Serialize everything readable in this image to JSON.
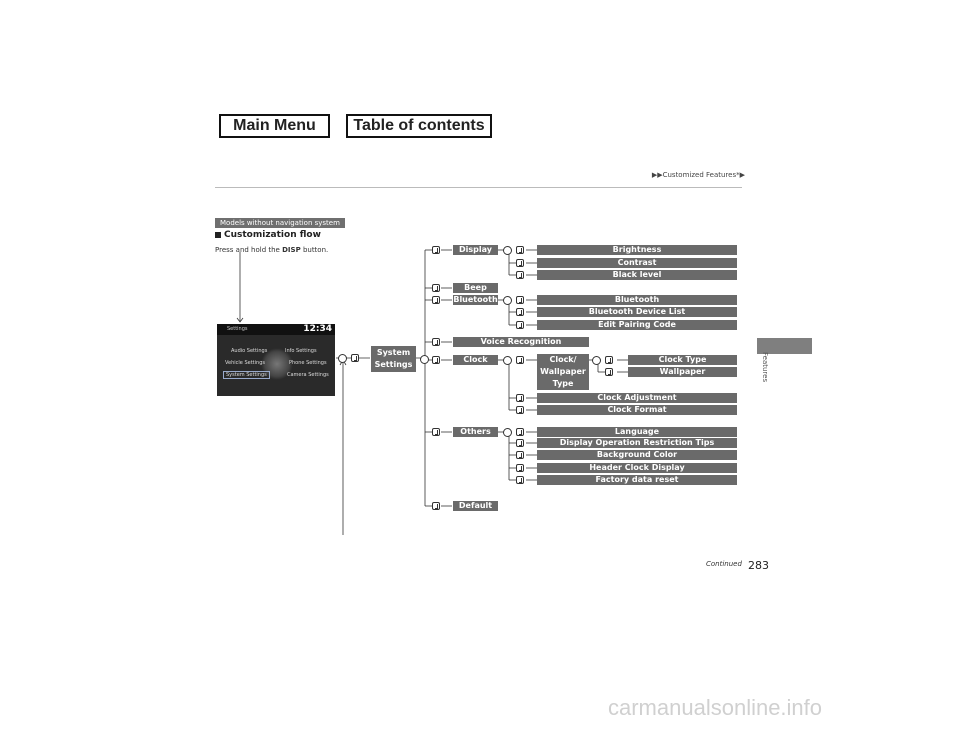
{
  "nav": {
    "main_menu": "Main Menu",
    "toc": "Table of contents"
  },
  "header": {
    "breadcrumb": "▶▶Customized Features*▶"
  },
  "side_tab": {
    "label": "Features"
  },
  "section": {
    "badge": "Models without navigation system",
    "heading": "Customization flow",
    "instruction_pre": "Press and hold the",
    "instruction_button": "DISP",
    "instruction_post": "button."
  },
  "screen": {
    "title": "Settings",
    "clock": "12:34",
    "items": [
      "Audio Settings",
      "Info Settings",
      "Vehicle Settings",
      "Phone Settings",
      "System Settings",
      "Camera Settings"
    ]
  },
  "flow": {
    "root": "System\nSettings",
    "display": {
      "label": "Display",
      "items": [
        "Brightness",
        "Contrast",
        "Black level"
      ]
    },
    "beep": "Beep",
    "bluetooth": {
      "label": "Bluetooth",
      "items": [
        "Bluetooth",
        "Bluetooth Device List",
        "Edit Pairing Code"
      ]
    },
    "voice": "Voice Recognition",
    "clock": {
      "label": "Clock",
      "sub": "Clock/\nWallpaper\nType",
      "sub_items": [
        "Clock Type",
        "Wallpaper"
      ],
      "items": [
        "Clock Adjustment",
        "Clock Format"
      ]
    },
    "others": {
      "label": "Others",
      "items": [
        "Language",
        "Display Operation Restriction Tips",
        "Background Color",
        "Header Clock Display",
        "Factory data reset"
      ]
    },
    "default": "Default"
  },
  "footer": {
    "continued": "Continued",
    "page_number": "283"
  },
  "watermark": "carmanualsonline.info"
}
